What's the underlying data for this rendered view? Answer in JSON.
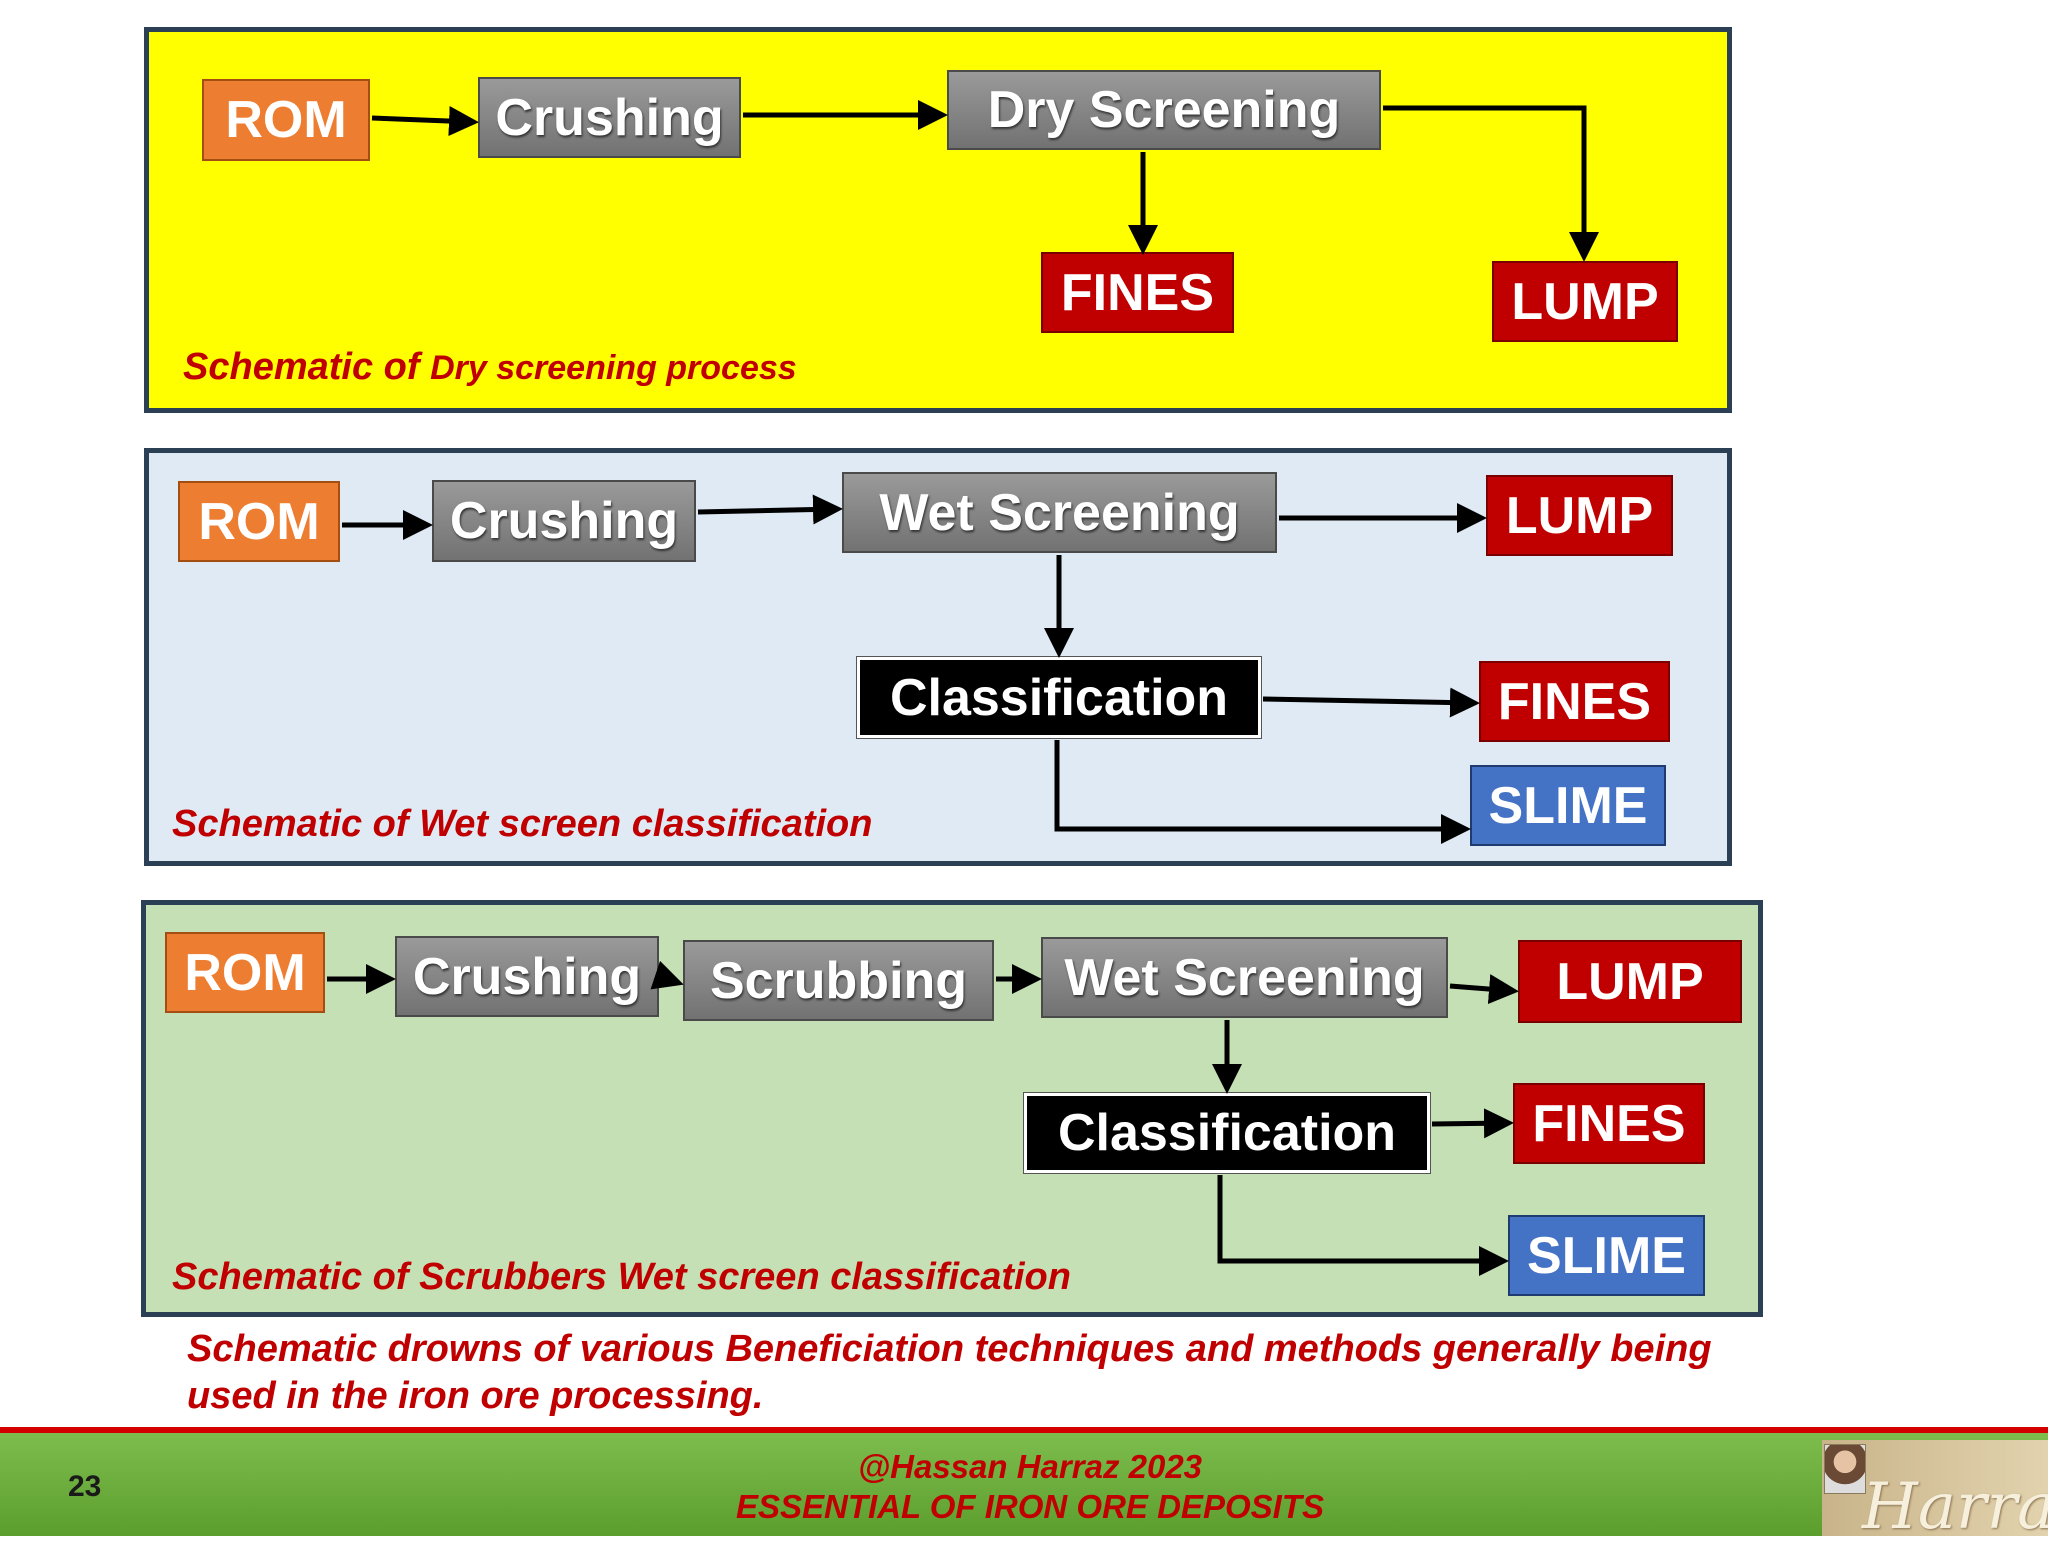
{
  "panel1": {
    "rom": "ROM",
    "crushing": "Crushing",
    "screening": "Dry Screening",
    "fines": "FINES",
    "lump": "LUMP",
    "caption_prefix": "Schematic of ",
    "caption_rest": "Dry screening process"
  },
  "panel2": {
    "rom": "ROM",
    "crushing": "Crushing",
    "screening": "Wet Screening",
    "lump": "LUMP",
    "classification": "Classification",
    "fines": "FINES",
    "slime": "SLIME",
    "caption": "Schematic of Wet screen classification"
  },
  "panel3": {
    "rom": "ROM",
    "crushing": "Crushing",
    "scrubbing": "Scrubbing",
    "screening": "Wet Screening",
    "lump": "LUMP",
    "classification": "Classification",
    "fines": "FINES",
    "slime": "SLIME",
    "caption": "Schematic of Scrubbers Wet screen classification"
  },
  "note": "Schematic drowns of various Beneficiation techniques and methods generally being used in the iron ore processing.",
  "footer": {
    "page_number": "23",
    "author": "@Hassan  Harraz  2023",
    "title": "ESSENTIAL  OF IRON ORE DEPOSITS",
    "logo_script": "Harraz"
  },
  "colors": {
    "panel1_bg": "#ffff00",
    "panel2_bg": "#dfeaf5",
    "panel3_bg": "#c5e0b4",
    "rom": "#ed7d31",
    "process": "#808080",
    "product_red": "#c00000",
    "classification": "#000000",
    "slime": "#4472c4",
    "caption_text": "#c00000"
  }
}
